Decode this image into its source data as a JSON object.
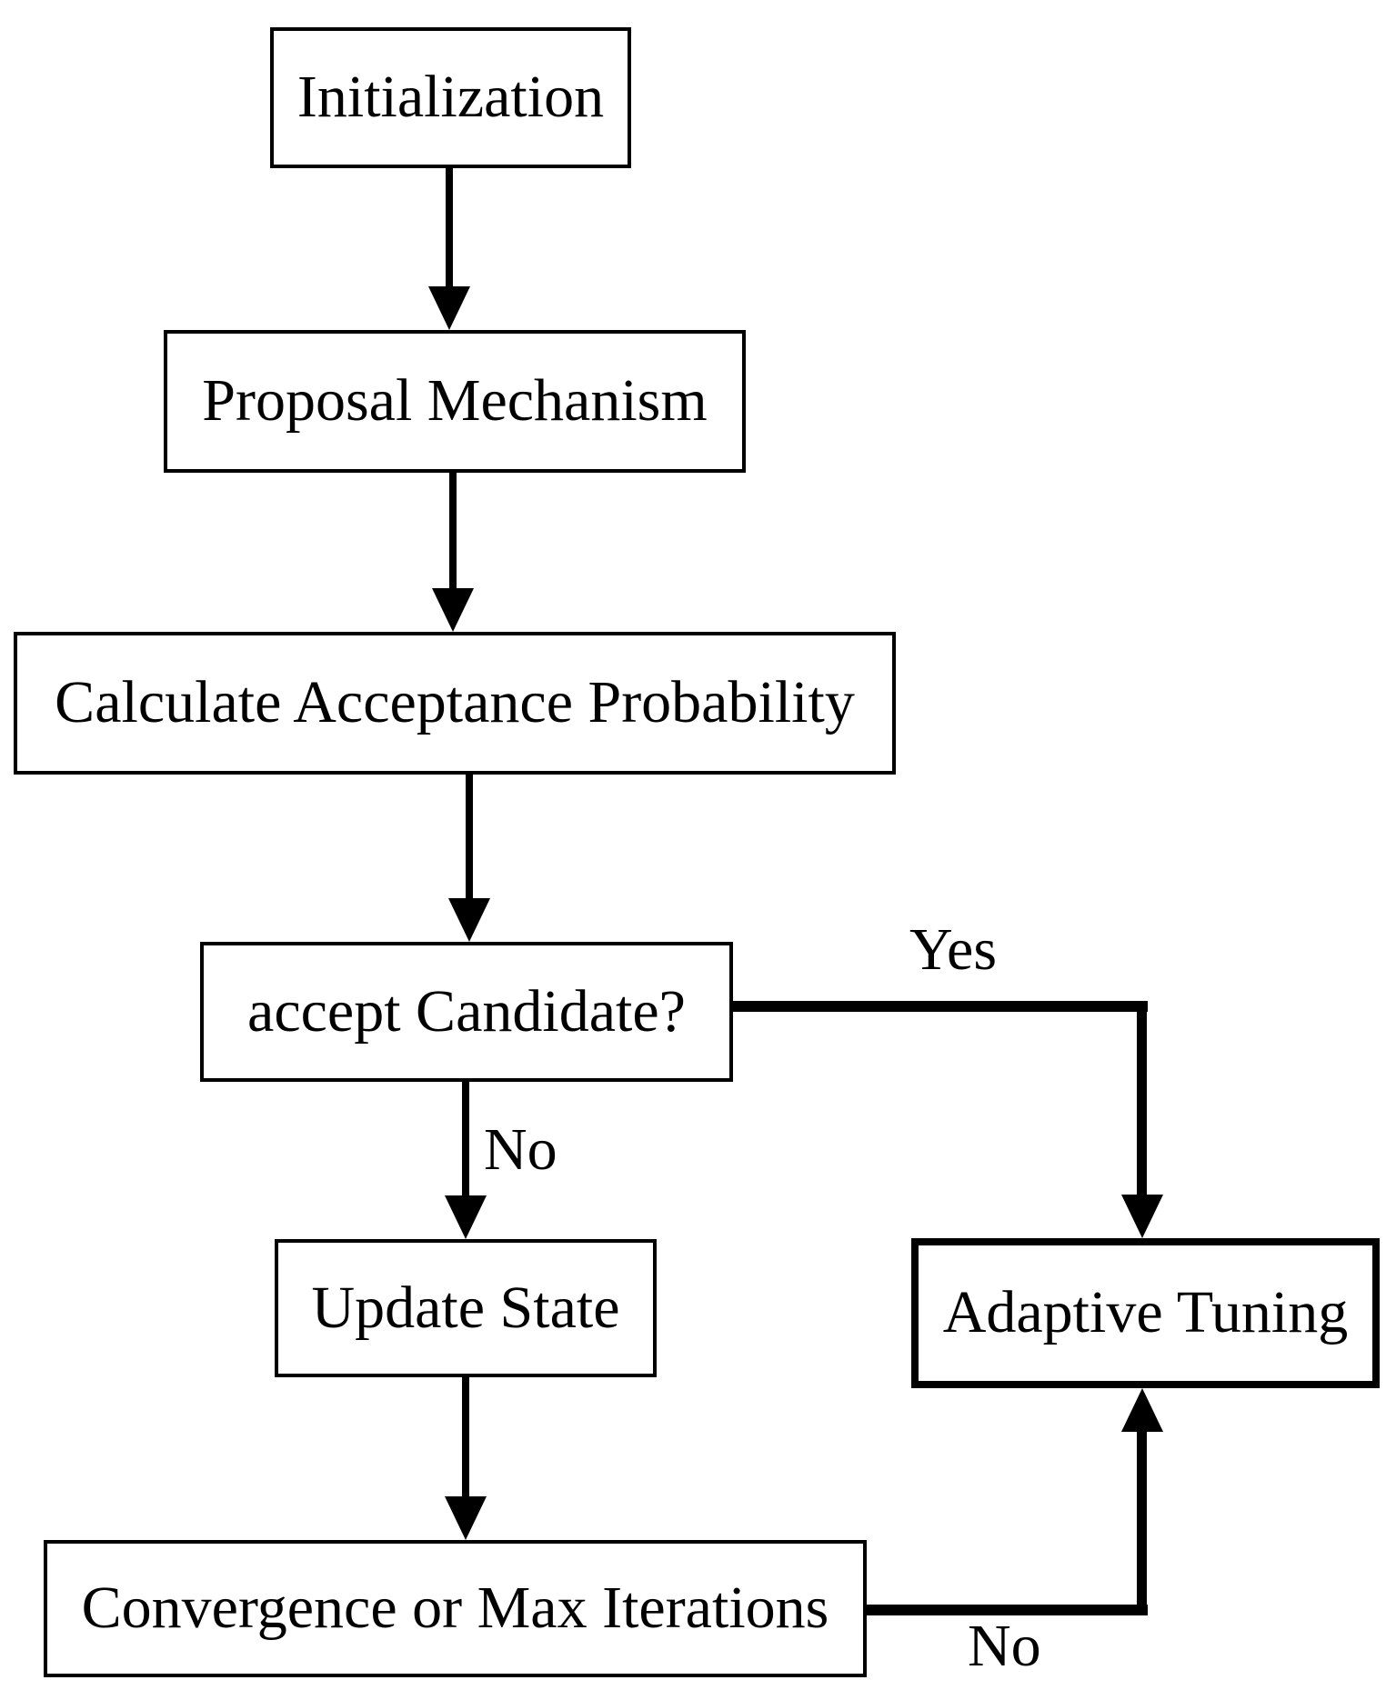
{
  "diagram": {
    "type": "flowchart",
    "colors": {
      "background": "#ffffff",
      "line": "#000000",
      "box_border": "#000000",
      "text": "#000000"
    },
    "nodes": [
      {
        "id": "initialization",
        "label": "Initialization"
      },
      {
        "id": "proposal-mechanism",
        "label": "Proposal Mechanism"
      },
      {
        "id": "calculate-acceptance-probability",
        "label": "Calculate Acceptance Probability"
      },
      {
        "id": "accept-candidate",
        "label": "accept Candidate?"
      },
      {
        "id": "update-state",
        "label": "Update State"
      },
      {
        "id": "adaptive-tuning",
        "label": "Adaptive Tuning"
      },
      {
        "id": "convergence-or-max-iterations",
        "label": "Convergence or Max Iterations"
      }
    ],
    "edges": [
      {
        "from": "initialization",
        "to": "proposal-mechanism",
        "label": ""
      },
      {
        "from": "proposal-mechanism",
        "to": "calculate-acceptance-probability",
        "label": ""
      },
      {
        "from": "calculate-acceptance-probability",
        "to": "accept-candidate",
        "label": ""
      },
      {
        "from": "accept-candidate",
        "to": "adaptive-tuning",
        "label": "Yes"
      },
      {
        "from": "accept-candidate",
        "to": "update-state",
        "label": "No"
      },
      {
        "from": "update-state",
        "to": "convergence-or-max-iterations",
        "label": ""
      },
      {
        "from": "convergence-or-max-iterations",
        "to": "adaptive-tuning",
        "label": "No"
      }
    ]
  }
}
